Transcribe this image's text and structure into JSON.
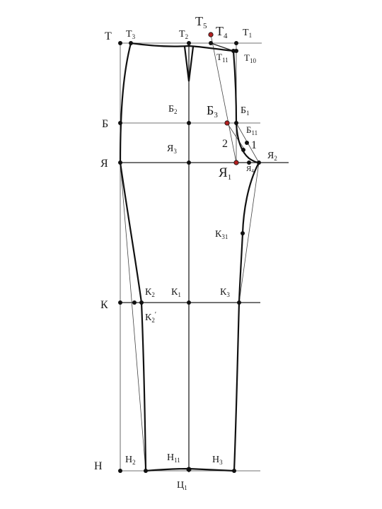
{
  "points": {
    "T": {
      "main": "Т",
      "sub": ""
    },
    "T3": {
      "main": "Т",
      "sub": "3"
    },
    "T2": {
      "main": "Т",
      "sub": "2"
    },
    "T5": {
      "main": "Т",
      "sub": "5"
    },
    "T4": {
      "main": "Т",
      "sub": "4"
    },
    "T1": {
      "main": "Т",
      "sub": "1"
    },
    "T11": {
      "main": "Т",
      "sub": "11"
    },
    "T10": {
      "main": "Т",
      "sub": "10"
    },
    "B": {
      "main": "Б",
      "sub": ""
    },
    "B2": {
      "main": "Б",
      "sub": "2"
    },
    "B3": {
      "main": "Б",
      "sub": "3"
    },
    "B1": {
      "main": "Б",
      "sub": "1"
    },
    "B11": {
      "main": "Б",
      "sub": "11"
    },
    "Ya": {
      "main": "Я",
      "sub": ""
    },
    "Ya3": {
      "main": "Я",
      "sub": "3"
    },
    "Ya1": {
      "main": "Я",
      "sub": "1"
    },
    "Ya2": {
      "main": "Я",
      "sub": "2"
    },
    "Ya4": {
      "main": "Я",
      "sub": "4"
    },
    "K31": {
      "main": "К",
      "sub": "31"
    },
    "K": {
      "main": "К",
      "sub": ""
    },
    "K2": {
      "main": "К",
      "sub": "2"
    },
    "K2p": {
      "main": "К",
      "sub": "2",
      "prime": "′"
    },
    "K1": {
      "main": "К",
      "sub": "1"
    },
    "K3": {
      "main": "К",
      "sub": "3"
    },
    "H": {
      "main": "Н",
      "sub": ""
    },
    "H2": {
      "main": "Н",
      "sub": "2"
    },
    "H11": {
      "main": "Н",
      "sub": "11"
    },
    "H3": {
      "main": "Н",
      "sub": "3"
    },
    "C1": {
      "main": "Ц",
      "sub": "1"
    }
  },
  "numbers": {
    "n1": "1",
    "n2": "2"
  }
}
